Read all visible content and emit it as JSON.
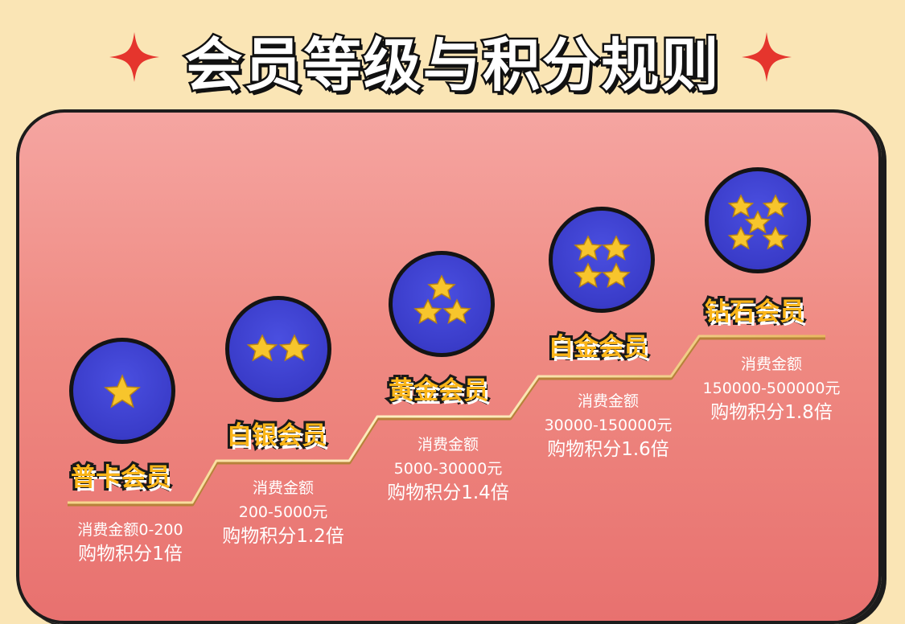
{
  "page": {
    "title": "会员等级与积分规则"
  },
  "colors": {
    "background": "#fae5b5",
    "badge": "#3a3cc9",
    "tier_name": "#fbb519",
    "sparkle": "#e5352d"
  },
  "tiers": [
    {
      "name": "普卡会员",
      "stars": 1,
      "amount_label": "消费金额0-200",
      "points": "购物积分1倍"
    },
    {
      "name": "白银会员",
      "stars": 2,
      "amount_label": "消费金额",
      "amount_range": "200-5000元",
      "points": "购物积分1.2倍"
    },
    {
      "name": "黄金会员",
      "stars": 3,
      "amount_label": "消费金额",
      "amount_range": "5000-30000元",
      "points": "购物积分1.4倍"
    },
    {
      "name": "白金会员",
      "stars": 4,
      "amount_label": "消费金额",
      "amount_range": "30000-150000元",
      "points": "购物积分1.6倍"
    },
    {
      "name": "钻石会员",
      "stars": 5,
      "amount_label": "消费金额",
      "amount_range": "150000-500000元",
      "points": "购物积分1.8倍"
    }
  ],
  "icons": {
    "sparkle": "sparkle-icon",
    "star": "star-icon"
  }
}
